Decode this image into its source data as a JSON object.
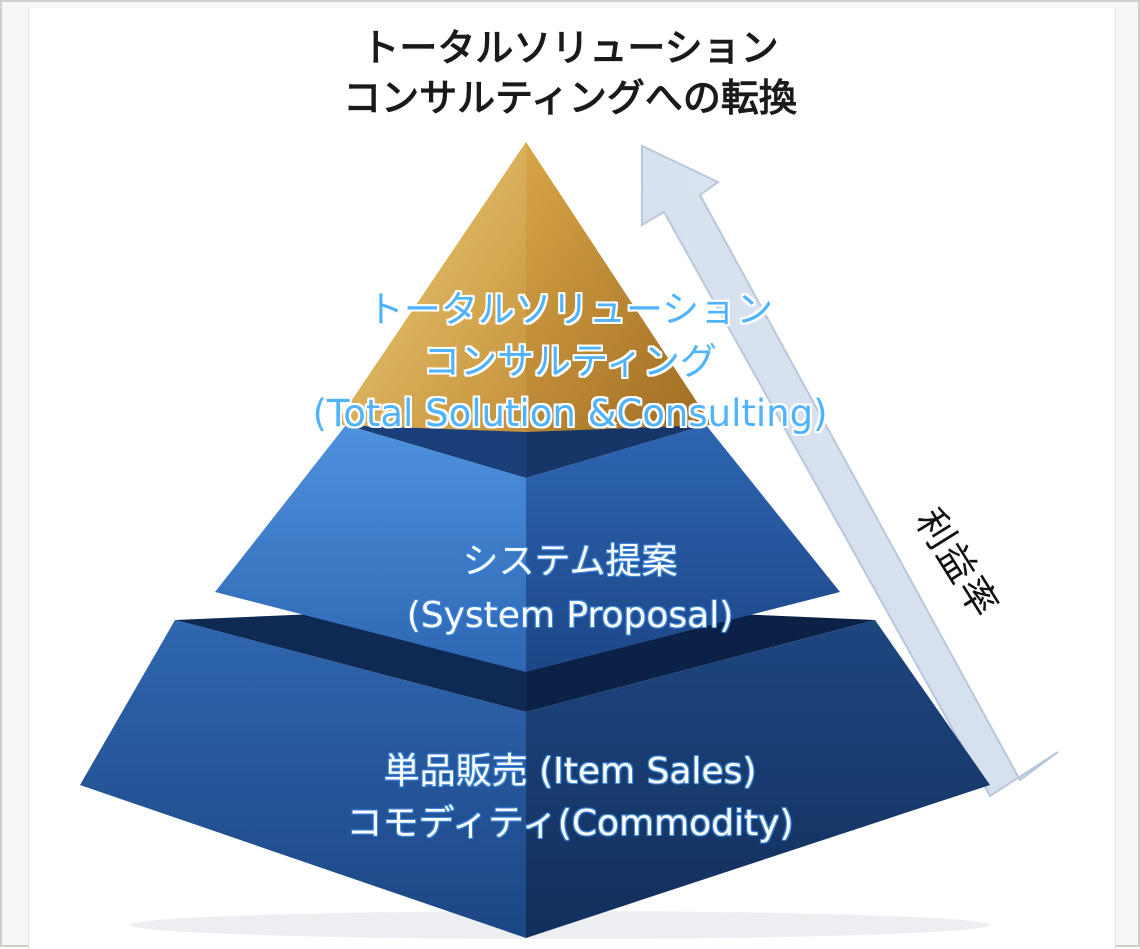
{
  "title": {
    "line1": "トータルソリューション",
    "line2": "コンサルティングへの転換"
  },
  "tiers": {
    "top": {
      "line1": "トータルソリューション",
      "line2": "コンサルティング",
      "line3": "(Total Solution &Consulting)"
    },
    "middle": {
      "line1": "システム提案",
      "line2": "(System Proposal)"
    },
    "bottom": {
      "line1": "単品販売 (Item Sales)",
      "line2": "コモディティ(Commodity)"
    }
  },
  "arrow": {
    "label": "利益率"
  },
  "colors": {
    "gold": "#c99a3c",
    "blue_light": "#3b7cc9",
    "blue_dark": "#163c72",
    "arrow_fill": "#d9e4f2",
    "top_text": "#4fb3ff"
  }
}
